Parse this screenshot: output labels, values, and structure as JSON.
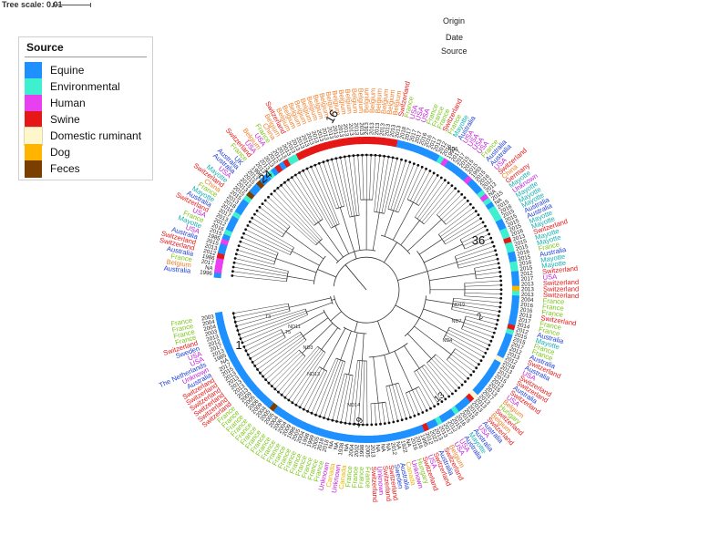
{
  "scale": {
    "label": "Tree scale: 0.01"
  },
  "legend": {
    "title": "Source",
    "items": [
      {
        "label": "Equine",
        "color": "#1e90ff"
      },
      {
        "label": "Environmental",
        "color": "#3ff0d0"
      },
      {
        "label": "Human",
        "color": "#e83ff0"
      },
      {
        "label": "Swine",
        "color": "#e61717"
      },
      {
        "label": "Domestic ruminant",
        "color": "#fff6cc"
      },
      {
        "label": "Dog",
        "color": "#ffb400"
      },
      {
        "label": "Feces",
        "color": "#7a3f00"
      }
    ]
  },
  "ring_labels": {
    "origin": "Origin",
    "date": "Date",
    "source": "Source"
  },
  "clade_labels": [
    "16",
    "24",
    "36",
    "1",
    "2",
    "13",
    "19"
  ],
  "node_labels": [
    "ND7",
    "ND19",
    "ND11",
    "ND6",
    "ND3",
    "ND4",
    "ND13",
    "ND14",
    "T3",
    "T5"
  ],
  "country_colors": {
    "France": "#7cc61a",
    "Switzerland": "#e61717",
    "Belgium": "#f07f2a",
    "USA": "#c21fd8",
    "Australia": "#1f3fd6",
    "Mayotte": "#17b0b0",
    "Canada": "#f0b400",
    "Unknown": "#c21fd8",
    "UK": "#1f3fd6",
    "Sweden": "#1f3fd6",
    "Hungary": "#7cc61a",
    "China": "#f07f2a",
    "The Netherlands": "#1f3fd6",
    "Germany": "#e61717"
  },
  "leaves": [
    {
      "o": "Australia",
      "d": "1996",
      "s": "Equine"
    },
    {
      "o": "Belgium",
      "d": "NA",
      "s": "Human"
    },
    {
      "o": "France",
      "d": "2017",
      "s": "Human"
    },
    {
      "o": "Australia",
      "d": "1986",
      "s": "Human"
    },
    {
      "o": "Switzerland",
      "d": "2012",
      "s": "Swine"
    },
    {
      "o": "Switzerland",
      "d": "2013",
      "s": "Equine"
    },
    {
      "o": "Australia",
      "d": "2015",
      "s": "Equine"
    },
    {
      "o": "USA",
      "d": "1985",
      "s": "Human"
    },
    {
      "o": "Mayotte",
      "d": "2015",
      "s": "Equine"
    },
    {
      "o": "France",
      "d": "2016",
      "s": "Environmental"
    },
    {
      "o": "USA",
      "d": "2012",
      "s": "Equine"
    },
    {
      "o": "Switzerland",
      "d": "2013",
      "s": "Equine"
    },
    {
      "o": "Australia",
      "d": "2017",
      "s": "Equine"
    },
    {
      "o": "Mayotte",
      "d": "2016",
      "s": "Environmental"
    },
    {
      "o": "France",
      "d": "2018",
      "s": "Equine"
    },
    {
      "o": "China",
      "d": "2013",
      "s": "Equine"
    },
    {
      "o": "Switzerland",
      "d": "2015",
      "s": "Equine"
    },
    {
      "o": "Mayotte",
      "d": "2015",
      "s": "Environmental"
    },
    {
      "o": "USA",
      "d": "2013",
      "s": "Feces"
    },
    {
      "o": "Australia",
      "d": "2013",
      "s": "Equine"
    },
    {
      "o": "Australia",
      "d": "2015",
      "s": "Equine"
    },
    {
      "o": "UK",
      "d": "2013",
      "s": "Feces"
    },
    {
      "o": "France",
      "d": "1996",
      "s": "Equine"
    },
    {
      "o": "Switzerland",
      "d": "2013",
      "s": "Equine"
    },
    {
      "o": "USA",
      "d": "2013",
      "s": "Environmental"
    },
    {
      "o": "Belgium",
      "d": "2013",
      "s": "Equine"
    },
    {
      "o": "USA",
      "d": "2012",
      "s": "Swine"
    },
    {
      "o": "France",
      "d": "2013",
      "s": "Equine"
    },
    {
      "o": "China",
      "d": "2013",
      "s": "Swine"
    },
    {
      "o": "Belgium",
      "d": "2013",
      "s": "Environmental"
    },
    {
      "o": "Switzerland",
      "d": "2013",
      "s": "Environmental"
    },
    {
      "o": "Belgium",
      "d": "2013",
      "s": "Swine"
    },
    {
      "o": "Belgium",
      "d": "2013",
      "s": "Swine"
    },
    {
      "o": "Belgium",
      "d": "2013",
      "s": "Swine"
    },
    {
      "o": "Belgium",
      "d": "2013",
      "s": "Swine"
    },
    {
      "o": "Belgium",
      "d": "2013",
      "s": "Swine"
    },
    {
      "o": "Belgium",
      "d": "2013",
      "s": "Swine"
    },
    {
      "o": "Belgium",
      "d": "2013",
      "s": "Swine"
    },
    {
      "o": "Belgium",
      "d": "2013",
      "s": "Swine"
    },
    {
      "o": "Belgium",
      "d": "2013",
      "s": "Swine"
    },
    {
      "o": "Belgium",
      "d": "2013",
      "s": "Swine"
    },
    {
      "o": "Belgium",
      "d": "2013",
      "s": "Swine"
    },
    {
      "o": "Belgium",
      "d": "2013",
      "s": "Swine"
    },
    {
      "o": "Belgium",
      "d": "2013",
      "s": "Swine"
    },
    {
      "o": "Belgium",
      "d": "2013",
      "s": "Swine"
    },
    {
      "o": "Belgium",
      "d": "2013",
      "s": "Swine"
    },
    {
      "o": "Belgium",
      "d": "2013",
      "s": "Swine"
    },
    {
      "o": "Belgium",
      "d": "2013",
      "s": "Swine"
    },
    {
      "o": "Belgium",
      "d": "2013",
      "s": "Swine"
    },
    {
      "o": "Belgium",
      "d": "2013",
      "s": "Swine"
    },
    {
      "o": "Belgium",
      "d": "2013",
      "s": "Swine"
    },
    {
      "o": "Switzerland",
      "d": "2013",
      "s": "Swine"
    },
    {
      "o": "France",
      "d": "2018",
      "s": "Equine"
    },
    {
      "o": "USA",
      "d": "2017",
      "s": "Equine"
    },
    {
      "o": "USA",
      "d": "2017",
      "s": "Equine"
    },
    {
      "o": "USA",
      "d": "2017",
      "s": "Equine"
    },
    {
      "o": "France",
      "d": "2016",
      "s": "Equine"
    },
    {
      "o": "France",
      "d": "2016",
      "s": "Equine"
    },
    {
      "o": "France",
      "d": "2017",
      "s": "Equine"
    },
    {
      "o": "Switzerland",
      "d": "2013",
      "s": "Equine"
    },
    {
      "o": "France",
      "d": "2012",
      "s": "Equine"
    },
    {
      "o": "Mayotte",
      "d": "2016",
      "s": "Environmental"
    },
    {
      "o": "Australia",
      "d": "1992",
      "s": "Human"
    },
    {
      "o": "USA",
      "d": "2017",
      "s": "Equine"
    },
    {
      "o": "USA",
      "d": "2017",
      "s": "Equine"
    },
    {
      "o": "USA",
      "d": "2015",
      "s": "Equine"
    },
    {
      "o": "USA",
      "d": "2015",
      "s": "Equine"
    },
    {
      "o": "France",
      "d": "2015",
      "s": "Equine"
    },
    {
      "o": "Australia",
      "d": "1993",
      "s": "Human"
    },
    {
      "o": "Australia",
      "d": "2015",
      "s": "Equine"
    },
    {
      "o": "USA",
      "d": "2016",
      "s": "Equine"
    },
    {
      "o": "Switzerland",
      "d": "2012",
      "s": "Equine"
    },
    {
      "o": "China",
      "d": "2013",
      "s": "Environmental"
    },
    {
      "o": "Germany",
      "d": "NA",
      "s": "Human"
    },
    {
      "o": "Mayotte",
      "d": "2015",
      "s": "Environmental"
    },
    {
      "o": "Unknown",
      "d": "NA",
      "s": "Equine"
    },
    {
      "o": "Mayotte",
      "d": "2015",
      "s": "Environmental"
    },
    {
      "o": "Mayotte",
      "d": "2016",
      "s": "Environmental"
    },
    {
      "o": "Mayotte",
      "d": "2015",
      "s": "Environmental"
    },
    {
      "o": "Australia",
      "d": "2015",
      "s": "Equine"
    },
    {
      "o": "Australia",
      "d": "2015",
      "s": "Equine"
    },
    {
      "o": "Mayotte",
      "d": "2015",
      "s": "Environmental"
    },
    {
      "o": "Mayotte",
      "d": "2016",
      "s": "Environmental"
    },
    {
      "o": "Switzerland",
      "d": "2013",
      "s": "Swine"
    },
    {
      "o": "Mayotte",
      "d": "2015",
      "s": "Environmental"
    },
    {
      "o": "Mayotte",
      "d": "2015",
      "s": "Environmental"
    },
    {
      "o": "France",
      "d": "2016",
      "s": "Equine"
    },
    {
      "o": "Australia",
      "d": "2015",
      "s": "Equine"
    },
    {
      "o": "Mayotte",
      "d": "2016",
      "s": "Environmental"
    },
    {
      "o": "Mayotte",
      "d": "2015",
      "s": "Environmental"
    },
    {
      "o": "Switzerland",
      "d": "2012",
      "s": "Equine"
    },
    {
      "o": "USA",
      "d": "2017",
      "s": "Equine"
    },
    {
      "o": "Switzerland",
      "d": "2013",
      "s": "Equine"
    },
    {
      "o": "Switzerland",
      "d": "2013",
      "s": "Dog"
    },
    {
      "o": "Switzerland",
      "d": "2013",
      "s": "Environmental"
    },
    {
      "o": "France",
      "d": "2004",
      "s": "Equine"
    },
    {
      "o": "France",
      "d": "2016",
      "s": "Equine"
    },
    {
      "o": "France",
      "d": "2016",
      "s": "Equine"
    },
    {
      "o": "Switzerland",
      "d": "2013",
      "s": "Equine"
    },
    {
      "o": "France",
      "d": "2017",
      "s": "Equine"
    },
    {
      "o": "France",
      "d": "2014",
      "s": "Equine"
    },
    {
      "o": "Australia",
      "d": "2012",
      "s": "Swine"
    },
    {
      "o": "Mayotte",
      "d": "2015",
      "s": "Environmental"
    },
    {
      "o": "France",
      "d": "2015",
      "s": "Equine"
    },
    {
      "o": "France",
      "d": "2017",
      "s": "Equine"
    },
    {
      "o": "Australia",
      "d": "2012",
      "s": "Equine"
    },
    {
      "o": "Switzerland",
      "d": "2013",
      "s": "Equine"
    },
    {
      "o": "Australia",
      "d": "2012",
      "s": "Equine"
    },
    {
      "o": "USA",
      "d": "2018",
      "s": "Domestic ruminant"
    },
    {
      "o": "Switzerland",
      "d": "2013",
      "s": "Equine"
    },
    {
      "o": "Switzerland",
      "d": "2013",
      "s": "Equine"
    },
    {
      "o": "Australia",
      "d": "2015",
      "s": "Equine"
    },
    {
      "o": "Switzerland",
      "d": "2013",
      "s": "Equine"
    },
    {
      "o": "USA",
      "d": "2015",
      "s": "Equine"
    },
    {
      "o": "Belgium",
      "d": "2013",
      "s": "Equine"
    },
    {
      "o": "Hungary",
      "d": "2017",
      "s": "Equine"
    },
    {
      "o": "Switzerland",
      "d": "2013",
      "s": "Equine"
    },
    {
      "o": "Belgium",
      "d": "2013",
      "s": "Domestic ruminant"
    },
    {
      "o": "Switzerland",
      "d": "2013",
      "s": "Swine"
    },
    {
      "o": "Australia",
      "d": "2015",
      "s": "Equine"
    },
    {
      "o": "USA",
      "d": "2015",
      "s": "Equine"
    },
    {
      "o": "Australia",
      "d": "2015",
      "s": "Equine"
    },
    {
      "o": "Mayotte",
      "d": "2016",
      "s": "Environmental"
    },
    {
      "o": "Australia",
      "d": "2015",
      "s": "Equine"
    },
    {
      "o": "USA",
      "d": "2012",
      "s": "Equine"
    },
    {
      "o": "USA",
      "d": "2017",
      "s": "Equine"
    },
    {
      "o": "Belgium",
      "d": "2013",
      "s": "Environmental"
    },
    {
      "o": "Switzerland",
      "d": "2013",
      "s": "Equine"
    },
    {
      "o": "Australia",
      "d": "2022",
      "s": "Equine"
    },
    {
      "o": "Switzerland",
      "d": "2012",
      "s": "Swine"
    },
    {
      "o": "USA",
      "d": "1995",
      "s": "Equine"
    },
    {
      "o": "Switzerland",
      "d": "2016",
      "s": "Equine"
    },
    {
      "o": "Hungary",
      "d": "2016",
      "s": "Equine"
    },
    {
      "o": "Unknown",
      "d": "NA",
      "s": "Equine"
    },
    {
      "o": "Canada",
      "d": "1922",
      "s": "Equine"
    },
    {
      "o": "Australia",
      "d": "NA",
      "s": "Equine"
    },
    {
      "o": "Sweden",
      "d": "2012",
      "s": "Equine"
    },
    {
      "o": "Switzerland",
      "d": "NA",
      "s": "Equine"
    },
    {
      "o": "Switzerland",
      "d": "NA",
      "s": "Equine"
    },
    {
      "o": "Unknown",
      "d": "NA",
      "s": "Equine"
    },
    {
      "o": "Switzerland",
      "d": "2013",
      "s": "Equine"
    },
    {
      "o": "France",
      "d": "2005",
      "s": "Equine"
    },
    {
      "o": "France",
      "d": "1998",
      "s": "Equine"
    },
    {
      "o": "France",
      "d": "2002",
      "s": "Equine"
    },
    {
      "o": "France",
      "d": "2004",
      "s": "Equine"
    },
    {
      "o": "Canada",
      "d": "NA",
      "s": "Equine"
    },
    {
      "o": "Unknown",
      "d": "1938",
      "s": "Equine"
    },
    {
      "o": "Canada",
      "d": "NA",
      "s": "Equine"
    },
    {
      "o": "Unknown",
      "d": "NA",
      "s": "Equine"
    },
    {
      "o": "France",
      "d": "2018",
      "s": "Equine"
    },
    {
      "o": "France",
      "d": "2018",
      "s": "Equine"
    },
    {
      "o": "France",
      "d": "2005",
      "s": "Equine"
    },
    {
      "o": "France",
      "d": "1999",
      "s": "Equine"
    },
    {
      "o": "France",
      "d": "1998",
      "s": "Equine"
    },
    {
      "o": "France",
      "d": "2004",
      "s": "Equine"
    },
    {
      "o": "France",
      "d": "2005",
      "s": "Equine"
    },
    {
      "o": "France",
      "d": "1996",
      "s": "Equine"
    },
    {
      "o": "France",
      "d": "2009",
      "s": "Equine"
    },
    {
      "o": "France",
      "d": "2004",
      "s": "Equine"
    },
    {
      "o": "France",
      "d": "2006",
      "s": "Equine"
    },
    {
      "o": "France",
      "d": "2004",
      "s": "Equine"
    },
    {
      "o": "France",
      "d": "2005",
      "s": "Equine"
    },
    {
      "o": "France",
      "d": "2005",
      "s": "Feces"
    },
    {
      "o": "France",
      "d": "2004",
      "s": "Equine"
    },
    {
      "o": "France",
      "d": "2009",
      "s": "Equine"
    },
    {
      "o": "France",
      "d": "2006",
      "s": "Equine"
    },
    {
      "o": "France",
      "d": "2005",
      "s": "Equine"
    },
    {
      "o": "France",
      "d": "2009",
      "s": "Equine"
    },
    {
      "o": "Switzerland",
      "d": "2013",
      "s": "Equine"
    },
    {
      "o": "Switzerland",
      "d": "2013",
      "s": "Equine"
    },
    {
      "o": "Switzerland",
      "d": "2013",
      "s": "Equine"
    },
    {
      "o": "Switzerland",
      "d": "2013",
      "s": "Equine"
    },
    {
      "o": "Switzerland",
      "d": "2013",
      "s": "Equine"
    },
    {
      "o": "Switzerland",
      "d": "2015",
      "s": "Equine"
    },
    {
      "o": "Australia",
      "d": "2017",
      "s": "Equine"
    },
    {
      "o": "Unknown",
      "d": "NA",
      "s": "Equine"
    },
    {
      "o": "The Netherlands",
      "d": "1985",
      "s": "Equine"
    },
    {
      "o": "USA",
      "d": "2013",
      "s": "Equine"
    },
    {
      "o": "USA",
      "d": "2017",
      "s": "Equine"
    },
    {
      "o": "Sweden",
      "d": "2012",
      "s": "Equine"
    },
    {
      "o": "Switzerland",
      "d": "2013",
      "s": "Equine"
    },
    {
      "o": "France",
      "d": "2003",
      "s": "Equine"
    },
    {
      "o": "France",
      "d": "2004",
      "s": "Equine"
    },
    {
      "o": "France",
      "d": "2004",
      "s": "Equine"
    },
    {
      "o": "France",
      "d": "2003",
      "s": "Equine"
    }
  ]
}
